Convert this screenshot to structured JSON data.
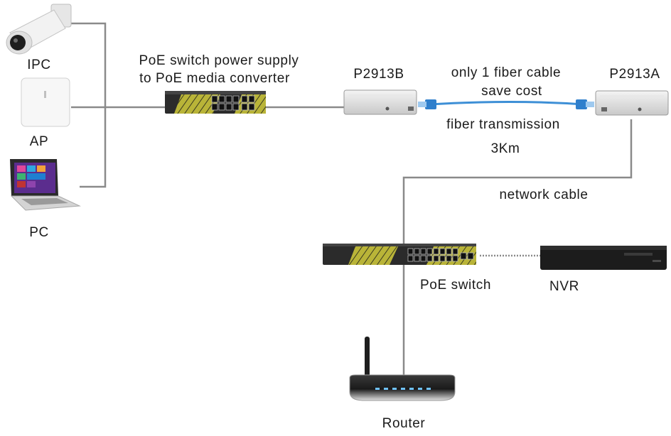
{
  "labels": {
    "ipc": "IPC",
    "ap": "AP",
    "pc": "PC",
    "switch_caption_line1": "PoE switch power supply",
    "switch_caption_line2": "to PoE media converter",
    "p2913b": "P2913B",
    "p2913a": "P2913A",
    "fiber_line1": "only 1 fiber cable",
    "fiber_line2": "save cost",
    "fiber_transmission": "fiber transmission",
    "distance": "3Km",
    "network_cable": "network cable",
    "poe_switch": "PoE switch",
    "nvr": "NVR",
    "router": "Router"
  },
  "colors": {
    "cable": "#8a8a8a",
    "fiber": "#3d8fd6",
    "switch_body": "#2b2b2b",
    "switch_accent": "#c9c23a"
  }
}
